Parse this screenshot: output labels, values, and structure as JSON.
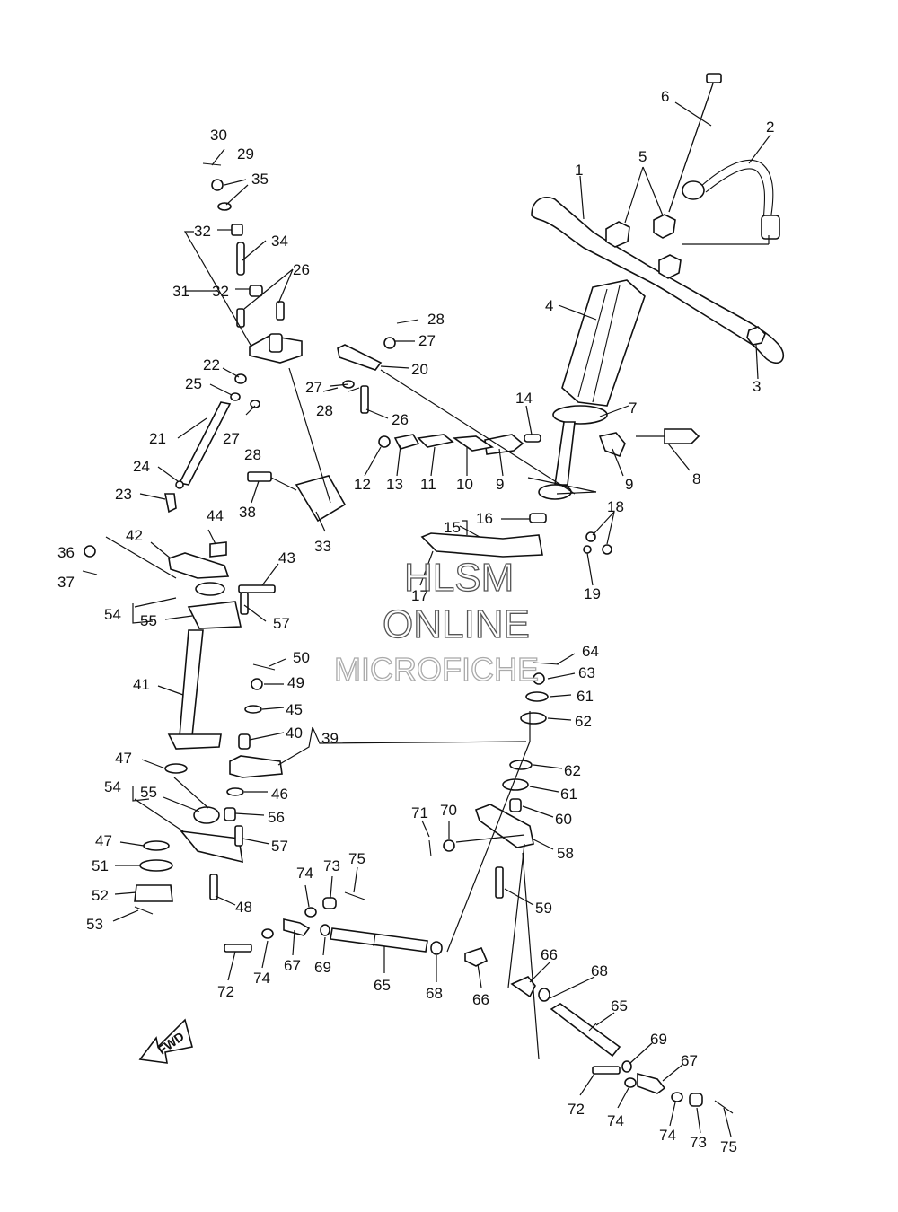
{
  "watermark": {
    "line1": "HLSM",
    "line2": "ONLINE",
    "line3": "MICROFICHE"
  },
  "fwd_label": "FWD",
  "callouts": [
    {
      "id": "c1",
      "n": "1"
    },
    {
      "id": "c2",
      "n": "2"
    },
    {
      "id": "c3",
      "n": "3"
    },
    {
      "id": "c4",
      "n": "4"
    },
    {
      "id": "c5",
      "n": "5"
    },
    {
      "id": "c6",
      "n": "6"
    },
    {
      "id": "c7",
      "n": "7"
    },
    {
      "id": "c8",
      "n": "8"
    },
    {
      "id": "c9a",
      "n": "9"
    },
    {
      "id": "c9b",
      "n": "9"
    },
    {
      "id": "c10",
      "n": "10"
    },
    {
      "id": "c11",
      "n": "11"
    },
    {
      "id": "c12",
      "n": "12"
    },
    {
      "id": "c13",
      "n": "13"
    },
    {
      "id": "c14",
      "n": "14"
    },
    {
      "id": "c15",
      "n": "15"
    },
    {
      "id": "c16",
      "n": "16"
    },
    {
      "id": "c17",
      "n": "17"
    },
    {
      "id": "c18",
      "n": "18"
    },
    {
      "id": "c19",
      "n": "19"
    },
    {
      "id": "c20",
      "n": "20"
    },
    {
      "id": "c21",
      "n": "21"
    },
    {
      "id": "c22",
      "n": "22"
    },
    {
      "id": "c23",
      "n": "23"
    },
    {
      "id": "c24",
      "n": "24"
    },
    {
      "id": "c25",
      "n": "25"
    },
    {
      "id": "c26a",
      "n": "26"
    },
    {
      "id": "c26b",
      "n": "26"
    },
    {
      "id": "c27a",
      "n": "27"
    },
    {
      "id": "c27b",
      "n": "27"
    },
    {
      "id": "c27c",
      "n": "27"
    },
    {
      "id": "c28a",
      "n": "28"
    },
    {
      "id": "c28b",
      "n": "28"
    },
    {
      "id": "c28c",
      "n": "28"
    },
    {
      "id": "c29",
      "n": "29"
    },
    {
      "id": "c30",
      "n": "30"
    },
    {
      "id": "c31",
      "n": "31"
    },
    {
      "id": "c32a",
      "n": "32"
    },
    {
      "id": "c32b",
      "n": "32"
    },
    {
      "id": "c33",
      "n": "33"
    },
    {
      "id": "c34",
      "n": "34"
    },
    {
      "id": "c35",
      "n": "35"
    },
    {
      "id": "c36",
      "n": "36"
    },
    {
      "id": "c37",
      "n": "37"
    },
    {
      "id": "c38",
      "n": "38"
    },
    {
      "id": "c39",
      "n": "39"
    },
    {
      "id": "c40",
      "n": "40"
    },
    {
      "id": "c41",
      "n": "41"
    },
    {
      "id": "c42",
      "n": "42"
    },
    {
      "id": "c43",
      "n": "43"
    },
    {
      "id": "c44",
      "n": "44"
    },
    {
      "id": "c45",
      "n": "45"
    },
    {
      "id": "c46",
      "n": "46"
    },
    {
      "id": "c47a",
      "n": "47"
    },
    {
      "id": "c47b",
      "n": "47"
    },
    {
      "id": "c48",
      "n": "48"
    },
    {
      "id": "c49",
      "n": "49"
    },
    {
      "id": "c50",
      "n": "50"
    },
    {
      "id": "c51",
      "n": "51"
    },
    {
      "id": "c52",
      "n": "52"
    },
    {
      "id": "c53",
      "n": "53"
    },
    {
      "id": "c54a",
      "n": "54"
    },
    {
      "id": "c54b",
      "n": "54"
    },
    {
      "id": "c55a",
      "n": "55"
    },
    {
      "id": "c55b",
      "n": "55"
    },
    {
      "id": "c56",
      "n": "56"
    },
    {
      "id": "c57a",
      "n": "57"
    },
    {
      "id": "c57b",
      "n": "57"
    },
    {
      "id": "c58",
      "n": "58"
    },
    {
      "id": "c59",
      "n": "59"
    },
    {
      "id": "c60",
      "n": "60"
    },
    {
      "id": "c61a",
      "n": "61"
    },
    {
      "id": "c61b",
      "n": "61"
    },
    {
      "id": "c62a",
      "n": "62"
    },
    {
      "id": "c62b",
      "n": "62"
    },
    {
      "id": "c63",
      "n": "63"
    },
    {
      "id": "c64",
      "n": "64"
    },
    {
      "id": "c65a",
      "n": "65"
    },
    {
      "id": "c65b",
      "n": "65"
    },
    {
      "id": "c66a",
      "n": "66"
    },
    {
      "id": "c66b",
      "n": "66"
    },
    {
      "id": "c67a",
      "n": "67"
    },
    {
      "id": "c67b",
      "n": "67"
    },
    {
      "id": "c68a",
      "n": "68"
    },
    {
      "id": "c68b",
      "n": "68"
    },
    {
      "id": "c69a",
      "n": "69"
    },
    {
      "id": "c69b",
      "n": "69"
    },
    {
      "id": "c70",
      "n": "70"
    },
    {
      "id": "c71",
      "n": "71"
    },
    {
      "id": "c72a",
      "n": "72"
    },
    {
      "id": "c72b",
      "n": "72"
    },
    {
      "id": "c73a",
      "n": "73"
    },
    {
      "id": "c73b",
      "n": "73"
    },
    {
      "id": "c74a",
      "n": "74"
    },
    {
      "id": "c74b",
      "n": "74"
    },
    {
      "id": "c74c",
      "n": "74"
    },
    {
      "id": "c75a",
      "n": "75"
    },
    {
      "id": "c75b",
      "n": "75"
    }
  ]
}
